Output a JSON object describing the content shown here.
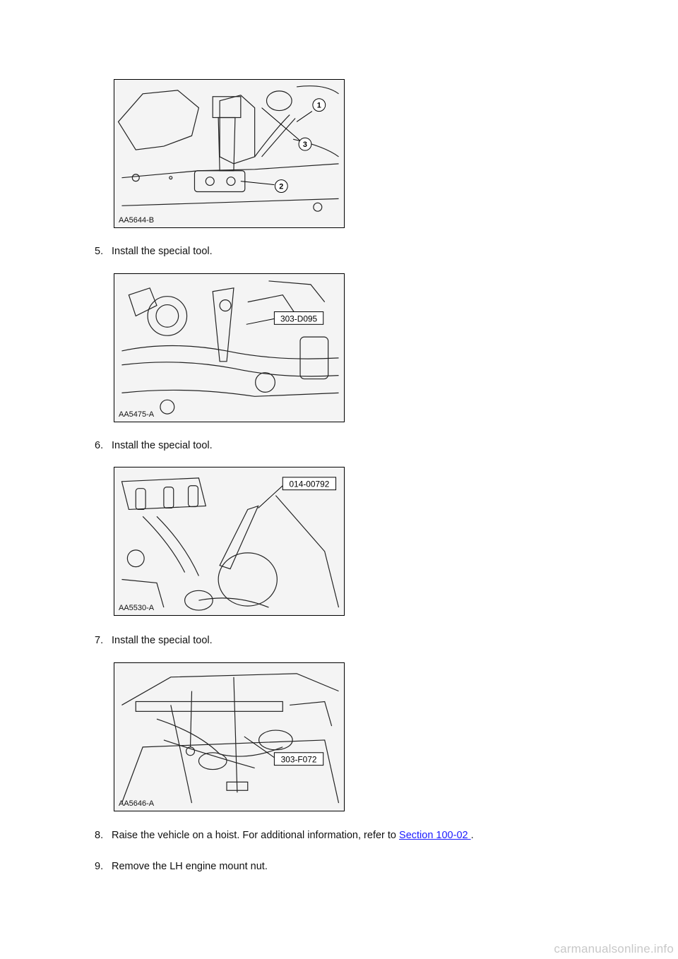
{
  "figures": [
    {
      "code": "AA5644-B",
      "callouts": [
        "1",
        "2",
        "3"
      ]
    },
    {
      "code": "AA5475-A",
      "callouts": [
        "303-D095"
      ]
    },
    {
      "code": "AA5530-A",
      "callouts": [
        "014-00792"
      ]
    },
    {
      "code": "AA5646-A",
      "callouts": [
        "303-F072"
      ]
    }
  ],
  "steps": [
    {
      "num": "5.",
      "text": "Install the special tool."
    },
    {
      "num": "6.",
      "text": "Install the special tool."
    },
    {
      "num": "7.",
      "text": "Install the special tool."
    },
    {
      "num": "8.",
      "text": "Raise the vehicle on a hoist. For additional information, refer to ",
      "link": "Section 100-02 ",
      "after": "."
    },
    {
      "num": "9.",
      "text": "Remove the LH engine mount nut."
    }
  ],
  "footer": "carmanualsonline.info"
}
